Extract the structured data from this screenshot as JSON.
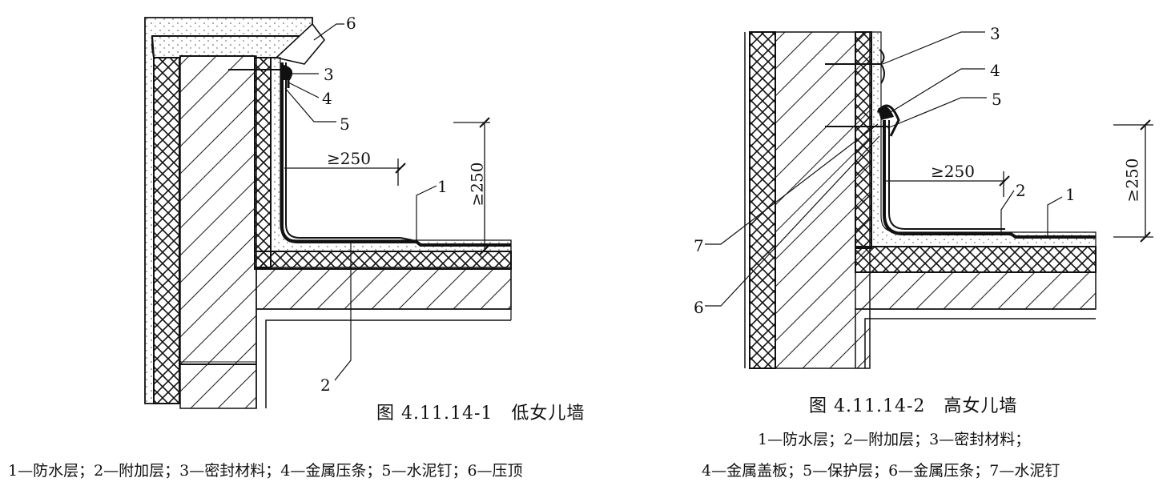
{
  "figure1": {
    "caption": "图 4.11.14-1　低女儿墙",
    "legend": "1—防水层；2—附加层；3—密封材料；4—金属压条；5—水泥钉；6—压顶",
    "callouts": [
      "1",
      "2",
      "3",
      "4",
      "5",
      "6"
    ],
    "dimensions": {
      "horizontal": "≥250",
      "vertical": "≥250"
    }
  },
  "figure2": {
    "caption": "图 4.11.14-2　高女儿墙",
    "legend_line1": "1—防水层；2—附加层；3—密封材料；",
    "legend_line2": "4—金属盖板；5—保护层；6—金属压条；7—水泥钉",
    "callouts": [
      "1",
      "2",
      "3",
      "4",
      "5",
      "6",
      "7"
    ],
    "dimensions": {
      "horizontal": "≥250",
      "vertical": "≥250"
    }
  }
}
